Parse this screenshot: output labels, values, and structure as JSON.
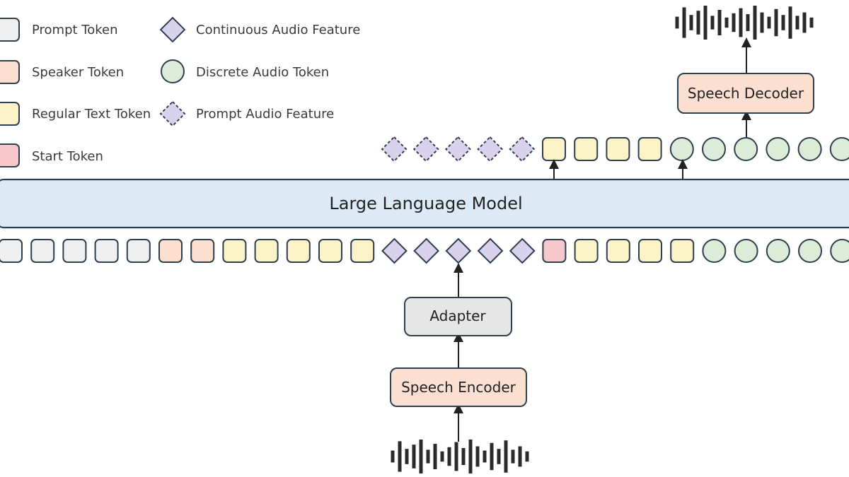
{
  "legend": [
    {
      "key": "prompt",
      "label": "Prompt Token"
    },
    {
      "key": "speaker",
      "label": "Speaker Token"
    },
    {
      "key": "text",
      "label": "Regular Text Token"
    },
    {
      "key": "start",
      "label": "Start Token"
    },
    {
      "key": "cont",
      "label": "Continuous Audio Feature"
    },
    {
      "key": "disc",
      "label": "Discrete Audio Token"
    },
    {
      "key": "paf",
      "label": "Prompt Audio Feature"
    }
  ],
  "token_styles": {
    "prompt": {
      "shape": "square",
      "fill": "#efefef",
      "stroke": "#2f3f4d"
    },
    "speaker": {
      "shape": "square",
      "fill": "#fbe0d2",
      "stroke": "#2f3f4d"
    },
    "text": {
      "shape": "square",
      "fill": "#fcf2c8",
      "stroke": "#2f3f4d"
    },
    "start": {
      "shape": "square",
      "fill": "#f6c8cc",
      "stroke": "#2f3f4d"
    },
    "cont": {
      "shape": "diamond",
      "fill": "#d8d2ec",
      "stroke": "#2f3f4d"
    },
    "disc": {
      "shape": "circle",
      "fill": "#dcecd8",
      "stroke": "#2f3f4d"
    },
    "paf": {
      "shape": "diamond-dashed",
      "fill": "#d8d2ec",
      "stroke": "#2f3f4d"
    }
  },
  "input_sequence": [
    "prompt",
    "prompt",
    "prompt",
    "prompt",
    "prompt",
    "speaker",
    "speaker",
    "text",
    "text",
    "text",
    "text",
    "text",
    "cont",
    "cont",
    "cont",
    "cont",
    "cont",
    "start",
    "text",
    "text",
    "text",
    "text",
    "disc",
    "disc",
    "disc",
    "disc",
    "disc"
  ],
  "output_sequence": [
    "paf",
    "paf",
    "paf",
    "paf",
    "paf",
    "text",
    "text",
    "text",
    "text",
    "disc",
    "disc",
    "disc",
    "disc",
    "disc",
    "disc"
  ],
  "blocks": {
    "llm": "Large Language Model",
    "adapter": "Adapter",
    "encoder": "Speech Encoder",
    "decoder": "Speech Decoder"
  },
  "colors": {
    "llm_fill": "#dde9f5",
    "adapter_fill": "#e6e6e6",
    "encoder_fill": "#fbe0d2",
    "decoder_fill": "#fbe0d2",
    "stroke": "#2f3f4d",
    "waveform": "#2a2a2a"
  },
  "waveform_bars": [
    0.35,
    0.9,
    0.45,
    0.7,
    1.0,
    0.4,
    0.75,
    0.3,
    0.55,
    0.85,
    0.5,
    1.0,
    0.6,
    0.35,
    0.8,
    0.45,
    0.95,
    0.4,
    0.6,
    0.3
  ]
}
